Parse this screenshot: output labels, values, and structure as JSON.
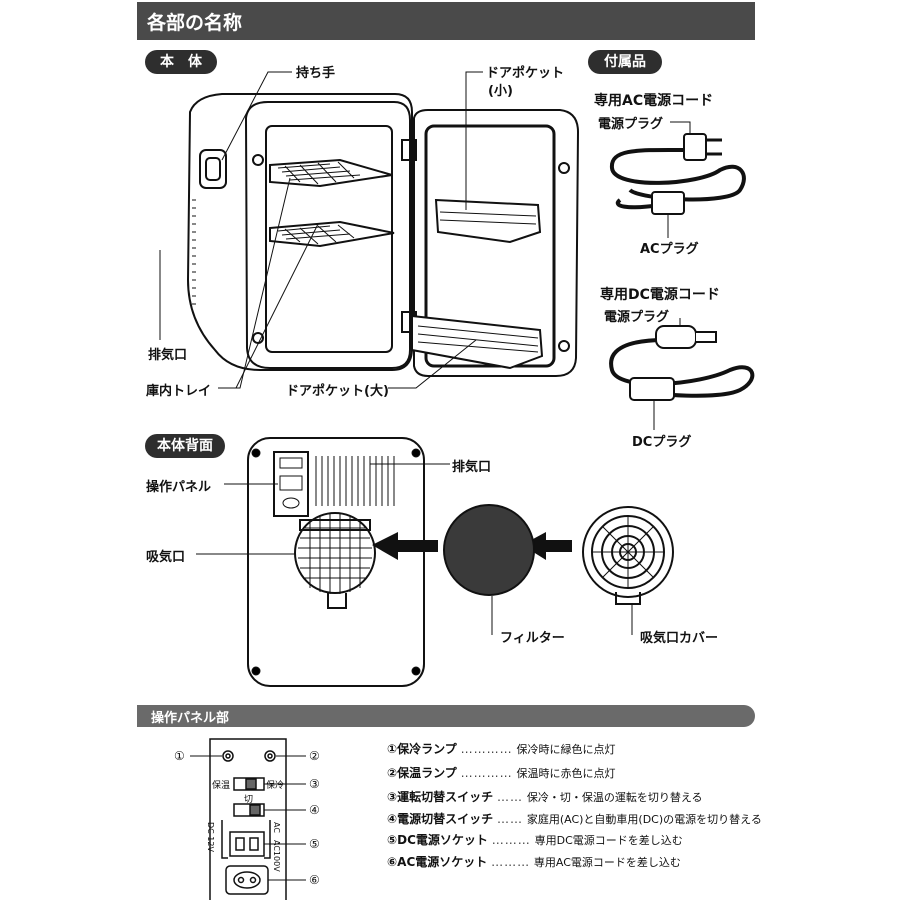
{
  "header": {
    "title": "各部の名称"
  },
  "main_body": {
    "tag": "本　体",
    "labels": {
      "handle": "持ち手",
      "door_pocket_small": "ドアポケット",
      "door_pocket_small_sub": "(小)",
      "exhaust": "排気口",
      "tray": "庫内トレイ",
      "door_pocket_large": "ドアポケット(大)"
    }
  },
  "accessories": {
    "tag": "付属品",
    "ac_cord": {
      "title": "専用AC電源コード",
      "plug": "電源プラグ",
      "connector": "ACプラグ"
    },
    "dc_cord": {
      "title": "専用DC電源コード",
      "plug": "電源プラグ",
      "connector": "DCプラグ"
    }
  },
  "back": {
    "tag": "本体背面",
    "labels": {
      "exhaust": "排気口",
      "control_panel": "操作パネル",
      "intake": "吸気口",
      "filter": "フィルター",
      "intake_cover": "吸気口カバー"
    }
  },
  "panel_section": {
    "title": "操作パネル部",
    "switch_labels": {
      "warm": "保温",
      "cool": "保冷",
      "off": "切",
      "dc": "DC 12V",
      "ac": "AC",
      "ac100": "AC100V"
    },
    "callouts": [
      "①",
      "②",
      "③",
      "④",
      "⑤",
      "⑥"
    ],
    "items": [
      {
        "name": "①保冷ランプ",
        "dots": "…………",
        "desc": "保冷時に緑色に点灯"
      },
      {
        "name": "②保温ランプ",
        "dots": "…………",
        "desc": "保温時に赤色に点灯"
      },
      {
        "name": "③運転切替スイッチ",
        "dots": "……",
        "desc": "保冷・切・保温の運転を切り替える"
      },
      {
        "name": "④電源切替スイッチ",
        "dots": "……",
        "desc": "家庭用(AC)と自動車用(DC)の電源を切り替える"
      },
      {
        "name": "⑤DC電源ソケット",
        "dots": "………",
        "desc": "専用DC電源コードを差し込む"
      },
      {
        "name": "⑥AC電源ソケット",
        "dots": "………",
        "desc": "専用AC電源コードを差し込む"
      }
    ]
  }
}
